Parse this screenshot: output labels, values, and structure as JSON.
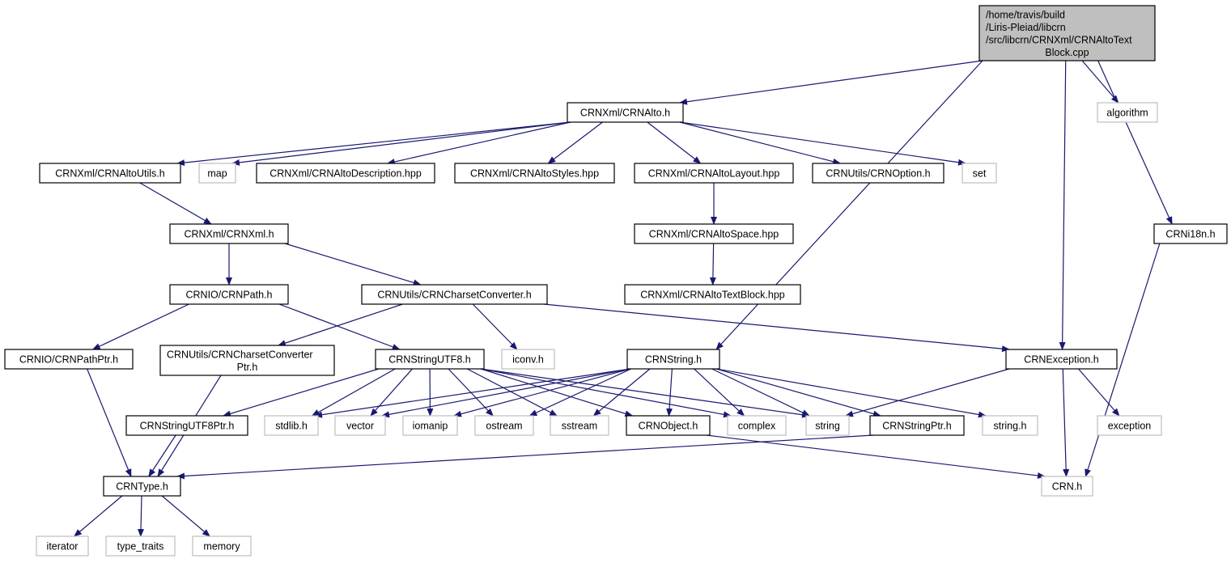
{
  "graph": {
    "colors": {
      "edge": "#191970",
      "root_fill": "#bfbfbf",
      "file_border": "#000000",
      "system_border": "#bfbfbf"
    },
    "nodes": {
      "root": {
        "lines": [
          "/home/travis/build",
          "/Liris-Pleiad/libcrn",
          "/src/libcrn/CRNXml/CRNAltoText",
          "Block.cpp"
        ],
        "kind": "root"
      },
      "crnalto_h": {
        "lines": [
          "CRNXml/CRNAlto.h"
        ],
        "kind": "file"
      },
      "algorithm": {
        "lines": [
          "algorithm"
        ],
        "kind": "std"
      },
      "crnaltoutils_h": {
        "lines": [
          "CRNXml/CRNAltoUtils.h"
        ],
        "kind": "file"
      },
      "map": {
        "lines": [
          "map"
        ],
        "kind": "std"
      },
      "crnaltodescription_hpp": {
        "lines": [
          "CRNXml/CRNAltoDescription.hpp"
        ],
        "kind": "file"
      },
      "crnaltostyles_hpp": {
        "lines": [
          "CRNXml/CRNAltoStyles.hpp"
        ],
        "kind": "file"
      },
      "crnaltolayout_hpp": {
        "lines": [
          "CRNXml/CRNAltoLayout.hpp"
        ],
        "kind": "file"
      },
      "crnoption_h": {
        "lines": [
          "CRNUtils/CRNOption.h"
        ],
        "kind": "file"
      },
      "set": {
        "lines": [
          "set"
        ],
        "kind": "std"
      },
      "crnxml_h": {
        "lines": [
          "CRNXml/CRNXml.h"
        ],
        "kind": "file"
      },
      "crnaltospace_hpp": {
        "lines": [
          "CRNXml/CRNAltoSpace.hpp"
        ],
        "kind": "file"
      },
      "crni18n_h": {
        "lines": [
          "CRNi18n.h"
        ],
        "kind": "file"
      },
      "crnpath_h": {
        "lines": [
          "CRNIO/CRNPath.h"
        ],
        "kind": "file"
      },
      "crncharsetconverter_h": {
        "lines": [
          "CRNUtils/CRNCharsetConverter.h"
        ],
        "kind": "file"
      },
      "crnaltotextblock_hpp": {
        "lines": [
          "CRNXml/CRNAltoTextBlock.hpp"
        ],
        "kind": "file"
      },
      "crnpathptr_h": {
        "lines": [
          "CRNIO/CRNPathPtr.h"
        ],
        "kind": "file"
      },
      "crncharsetconverterptr_h": {
        "lines": [
          "CRNUtils/CRNCharsetConverter",
          "Ptr.h"
        ],
        "kind": "file"
      },
      "crnstringutf8_h": {
        "lines": [
          "CRNStringUTF8.h"
        ],
        "kind": "file"
      },
      "iconv_h": {
        "lines": [
          "iconv.h"
        ],
        "kind": "std"
      },
      "crnstring_h": {
        "lines": [
          "CRNString.h"
        ],
        "kind": "file"
      },
      "crnexception_h": {
        "lines": [
          "CRNException.h"
        ],
        "kind": "file"
      },
      "crnstringutf8ptr_h": {
        "lines": [
          "CRNStringUTF8Ptr.h"
        ],
        "kind": "file"
      },
      "stdlib_h": {
        "lines": [
          "stdlib.h"
        ],
        "kind": "std"
      },
      "vector": {
        "lines": [
          "vector"
        ],
        "kind": "std"
      },
      "iomanip": {
        "lines": [
          "iomanip"
        ],
        "kind": "std"
      },
      "ostream": {
        "lines": [
          "ostream"
        ],
        "kind": "std"
      },
      "sstream": {
        "lines": [
          "sstream"
        ],
        "kind": "std"
      },
      "crnobject_h": {
        "lines": [
          "CRNObject.h"
        ],
        "kind": "file"
      },
      "complex": {
        "lines": [
          "complex"
        ],
        "kind": "std"
      },
      "string": {
        "lines": [
          "string"
        ],
        "kind": "std"
      },
      "crnstringptr_h": {
        "lines": [
          "CRNStringPtr.h"
        ],
        "kind": "file"
      },
      "string_h": {
        "lines": [
          "string.h"
        ],
        "kind": "std"
      },
      "exception": {
        "lines": [
          "exception"
        ],
        "kind": "std"
      },
      "crntype_h": {
        "lines": [
          "CRNType.h"
        ],
        "kind": "file"
      },
      "crn_h": {
        "lines": [
          "CRN.h"
        ],
        "kind": "std"
      },
      "iterator": {
        "lines": [
          "iterator"
        ],
        "kind": "std"
      },
      "type_traits": {
        "lines": [
          "type_traits"
        ],
        "kind": "std"
      },
      "memory": {
        "lines": [
          "memory"
        ],
        "kind": "std"
      }
    },
    "edges": [
      [
        "root",
        "crnalto_h"
      ],
      [
        "root",
        "algorithm"
      ],
      [
        "root",
        "crni18n_h"
      ],
      [
        "root",
        "crnstring_h"
      ],
      [
        "root",
        "crnexception_h"
      ],
      [
        "crnalto_h",
        "crnaltoutils_h"
      ],
      [
        "crnalto_h",
        "map"
      ],
      [
        "crnalto_h",
        "crnaltodescription_hpp"
      ],
      [
        "crnalto_h",
        "crnaltostyles_hpp"
      ],
      [
        "crnalto_h",
        "crnaltolayout_hpp"
      ],
      [
        "crnalto_h",
        "crnoption_h"
      ],
      [
        "crnalto_h",
        "set"
      ],
      [
        "crnaltoutils_h",
        "crnxml_h"
      ],
      [
        "crnaltolayout_hpp",
        "crnaltospace_hpp"
      ],
      [
        "crnaltospace_hpp",
        "crnaltotextblock_hpp"
      ],
      [
        "crnxml_h",
        "crnpath_h"
      ],
      [
        "crnxml_h",
        "crncharsetconverter_h"
      ],
      [
        "crnpath_h",
        "crnpathptr_h"
      ],
      [
        "crnpath_h",
        "crnstringutf8_h"
      ],
      [
        "crncharsetconverter_h",
        "crncharsetconverterptr_h"
      ],
      [
        "crncharsetconverter_h",
        "iconv_h"
      ],
      [
        "crncharsetconverter_h",
        "crnexception_h"
      ],
      [
        "crnpathptr_h",
        "crntype_h"
      ],
      [
        "crncharsetconverterptr_h",
        "crntype_h"
      ],
      [
        "crnstringutf8_h",
        "crnstringutf8ptr_h"
      ],
      [
        "crnstringutf8_h",
        "stdlib_h"
      ],
      [
        "crnstringutf8_h",
        "vector"
      ],
      [
        "crnstringutf8_h",
        "iomanip"
      ],
      [
        "crnstringutf8_h",
        "ostream"
      ],
      [
        "crnstringutf8_h",
        "sstream"
      ],
      [
        "crnstringutf8_h",
        "crnobject_h"
      ],
      [
        "crnstringutf8_h",
        "complex"
      ],
      [
        "crnstringutf8_h",
        "string"
      ],
      [
        "crnstring_h",
        "stdlib_h"
      ],
      [
        "crnstring_h",
        "vector"
      ],
      [
        "crnstring_h",
        "iomanip"
      ],
      [
        "crnstring_h",
        "ostream"
      ],
      [
        "crnstring_h",
        "sstream"
      ],
      [
        "crnstring_h",
        "crnobject_h"
      ],
      [
        "crnstring_h",
        "complex"
      ],
      [
        "crnstring_h",
        "string"
      ],
      [
        "crnstring_h",
        "crnstringptr_h"
      ],
      [
        "crnstring_h",
        "string_h"
      ],
      [
        "crnexception_h",
        "string"
      ],
      [
        "crnexception_h",
        "exception"
      ],
      [
        "crnexception_h",
        "crn_h"
      ],
      [
        "crnstringutf8ptr_h",
        "crntype_h"
      ],
      [
        "crnobject_h",
        "crn_h"
      ],
      [
        "crnstringptr_h",
        "crntype_h"
      ],
      [
        "crni18n_h",
        "crn_h"
      ],
      [
        "crntype_h",
        "iterator"
      ],
      [
        "crntype_h",
        "type_traits"
      ],
      [
        "crntype_h",
        "memory"
      ]
    ]
  }
}
